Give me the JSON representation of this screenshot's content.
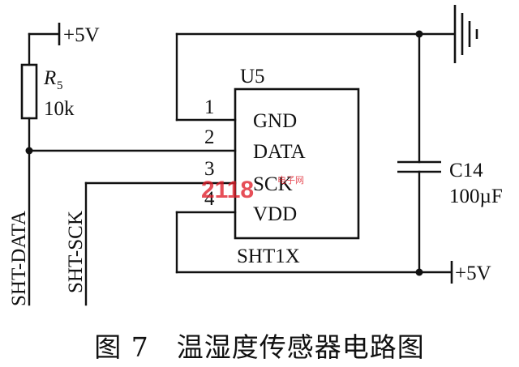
{
  "labels": {
    "vcc_top": "+5V",
    "resistor_name": "R",
    "resistor_sub": "5",
    "resistor_value": "10k",
    "chip_ref": "U5",
    "chip_part": "SHT1X",
    "pin1_num": "1",
    "pin1_name": "GND",
    "pin2_num": "2",
    "pin2_name": "DATA",
    "pin3_num": "3",
    "pin3_name": "SCK",
    "pin4_num": "4",
    "pin4_name": "VDD",
    "cap_name": "C14",
    "cap_value": "100µF",
    "vcc_bottom": "+5V",
    "net_data": "SHT-DATA",
    "net_sck": "SHT-SCK"
  },
  "watermark": {
    "text": "2118",
    "small": "电子网"
  },
  "caption": {
    "number": "图 7",
    "title": "温湿度传感器电路图"
  },
  "colors": {
    "line": "#111111",
    "watermark": "#e01e2a"
  }
}
